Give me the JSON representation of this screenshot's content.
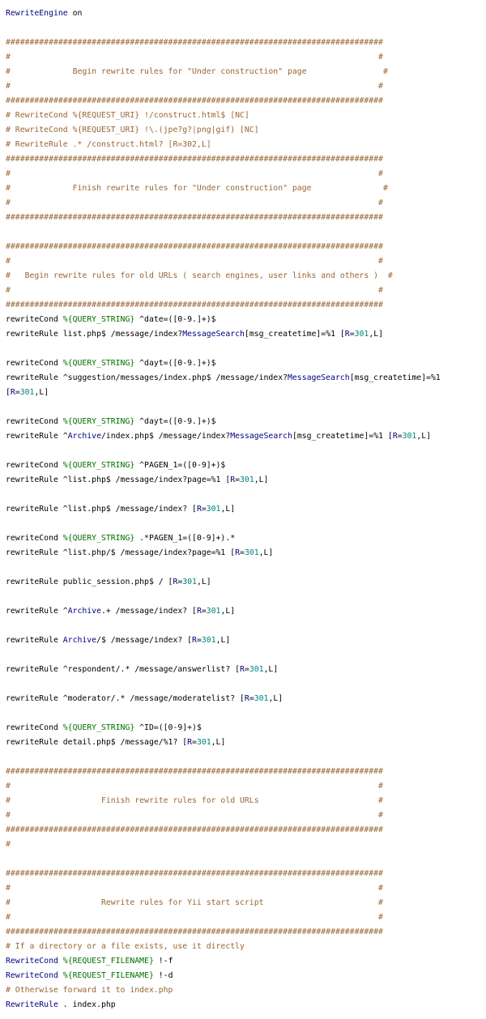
{
  "editor": {
    "lines": [
      {
        "type": "code",
        "tokens": [
          [
            "kw",
            "RewriteEngine"
          ],
          [
            "str",
            " on"
          ]
        ]
      },
      {
        "type": "blank"
      },
      {
        "type": "comment",
        "text": "###############################################################################"
      },
      {
        "type": "comment",
        "text": "#                                                                             #"
      },
      {
        "type": "comment",
        "text": "#             Begin rewrite rules for \"Under construction\" page                #"
      },
      {
        "type": "comment",
        "text": "#                                                                             #"
      },
      {
        "type": "comment",
        "text": "###############################################################################"
      },
      {
        "type": "comment",
        "text": "# RewriteCond %{REQUEST_URI} !/construct.html$ [NC]"
      },
      {
        "type": "comment",
        "text": "# RewriteCond %{REQUEST_URI} !\\.(jpe?g?|png|gif) [NC]"
      },
      {
        "type": "comment",
        "text": "# RewriteRule .* /construct.html? [R=302,L]"
      },
      {
        "type": "comment",
        "text": "###############################################################################"
      },
      {
        "type": "comment",
        "text": "#                                                                             #"
      },
      {
        "type": "comment",
        "text": "#             Finish rewrite rules for \"Under construction\" page               #"
      },
      {
        "type": "comment",
        "text": "#                                                                             #"
      },
      {
        "type": "comment",
        "text": "###############################################################################"
      },
      {
        "type": "blank"
      },
      {
        "type": "comment",
        "text": "###############################################################################"
      },
      {
        "type": "comment",
        "text": "#                                                                             #"
      },
      {
        "type": "comment",
        "text": "#   Begin rewrite rules for old URLs ( search engines, user links and others )  #"
      },
      {
        "type": "comment",
        "text": "#                                                                             #"
      },
      {
        "type": "comment",
        "text": "###############################################################################"
      },
      {
        "type": "code",
        "tokens": [
          [
            "str",
            "rewriteCond "
          ],
          [
            "var",
            "%{QUERY_STRING}"
          ],
          [
            "str",
            " ^date=([0-9.]+)$"
          ]
        ]
      },
      {
        "type": "code",
        "tokens": [
          [
            "str",
            "rewriteRule list.php$ /message/index?"
          ],
          [
            "kw",
            "MessageSearch"
          ],
          [
            "str",
            "[msg_createtime]=%1 ["
          ],
          [
            "kw",
            "R"
          ],
          [
            "str",
            "="
          ],
          [
            "num",
            "301"
          ],
          [
            "str",
            ",L]"
          ]
        ]
      },
      {
        "type": "blank"
      },
      {
        "type": "code",
        "tokens": [
          [
            "str",
            "rewriteCond "
          ],
          [
            "var",
            "%{QUERY_STRING}"
          ],
          [
            "str",
            " ^dayt=([0-9.]+)$"
          ]
        ]
      },
      {
        "type": "code",
        "tokens": [
          [
            "str",
            "rewriteRule ^suggestion/messages/index.php$ /message/index?"
          ],
          [
            "kw",
            "MessageSearch"
          ],
          [
            "str",
            "[msg_createtime]=%1"
          ]
        ]
      },
      {
        "type": "code",
        "tokens": [
          [
            "str",
            "["
          ],
          [
            "kw",
            "R"
          ],
          [
            "str",
            "="
          ],
          [
            "num",
            "301"
          ],
          [
            "str",
            ",L]"
          ]
        ]
      },
      {
        "type": "blank"
      },
      {
        "type": "code",
        "tokens": [
          [
            "str",
            "rewriteCond "
          ],
          [
            "var",
            "%{QUERY_STRING}"
          ],
          [
            "str",
            " ^dayt=([0-9.]+)$"
          ]
        ]
      },
      {
        "type": "code",
        "tokens": [
          [
            "str",
            "rewriteRule ^"
          ],
          [
            "kw",
            "Archive"
          ],
          [
            "str",
            "/index.php$ /message/index?"
          ],
          [
            "kw",
            "MessageSearch"
          ],
          [
            "str",
            "[msg_createtime]=%1 ["
          ],
          [
            "kw",
            "R"
          ],
          [
            "str",
            "="
          ],
          [
            "num",
            "301"
          ],
          [
            "str",
            ",L]"
          ]
        ]
      },
      {
        "type": "blank"
      },
      {
        "type": "code",
        "tokens": [
          [
            "str",
            "rewriteCond "
          ],
          [
            "var",
            "%{QUERY_STRING}"
          ],
          [
            "str",
            " ^PAGEN_1=([0-9]+)$"
          ]
        ]
      },
      {
        "type": "code",
        "tokens": [
          [
            "str",
            "rewriteRule ^list.php$ /message/index?page=%1 ["
          ],
          [
            "kw",
            "R"
          ],
          [
            "str",
            "="
          ],
          [
            "num",
            "301"
          ],
          [
            "str",
            ",L]"
          ]
        ]
      },
      {
        "type": "blank"
      },
      {
        "type": "code",
        "tokens": [
          [
            "str",
            "rewriteRule ^list.php$ /message/index? ["
          ],
          [
            "kw",
            "R"
          ],
          [
            "str",
            "="
          ],
          [
            "num",
            "301"
          ],
          [
            "str",
            ",L]"
          ]
        ]
      },
      {
        "type": "blank"
      },
      {
        "type": "code",
        "tokens": [
          [
            "str",
            "rewriteCond "
          ],
          [
            "var",
            "%{QUERY_STRING}"
          ],
          [
            "str",
            " .*PAGEN_1=([0-9]+).*"
          ]
        ]
      },
      {
        "type": "code",
        "tokens": [
          [
            "str",
            "rewriteRule ^list.php/$ /message/index?page=%1 ["
          ],
          [
            "kw",
            "R"
          ],
          [
            "str",
            "="
          ],
          [
            "num",
            "301"
          ],
          [
            "str",
            ",L]"
          ]
        ]
      },
      {
        "type": "blank"
      },
      {
        "type": "code",
        "tokens": [
          [
            "str",
            "rewriteRule public_session.php$ / ["
          ],
          [
            "kw",
            "R"
          ],
          [
            "str",
            "="
          ],
          [
            "num",
            "301"
          ],
          [
            "str",
            ",L]"
          ]
        ]
      },
      {
        "type": "blank"
      },
      {
        "type": "code",
        "tokens": [
          [
            "str",
            "rewriteRule ^"
          ],
          [
            "kw",
            "Archive"
          ],
          [
            "str",
            ".+ /message/index? ["
          ],
          [
            "kw",
            "R"
          ],
          [
            "str",
            "="
          ],
          [
            "num",
            "301"
          ],
          [
            "str",
            ",L]"
          ]
        ]
      },
      {
        "type": "blank"
      },
      {
        "type": "code",
        "tokens": [
          [
            "str",
            "rewriteRule "
          ],
          [
            "kw",
            "Archive"
          ],
          [
            "str",
            "/$ /message/index? ["
          ],
          [
            "kw",
            "R"
          ],
          [
            "str",
            "="
          ],
          [
            "num",
            "301"
          ],
          [
            "str",
            ",L]"
          ]
        ]
      },
      {
        "type": "blank"
      },
      {
        "type": "code",
        "tokens": [
          [
            "str",
            "rewriteRule ^respondent/.* /message/answerlist? ["
          ],
          [
            "kw",
            "R"
          ],
          [
            "str",
            "="
          ],
          [
            "num",
            "301"
          ],
          [
            "str",
            ",L]"
          ]
        ]
      },
      {
        "type": "blank"
      },
      {
        "type": "code",
        "tokens": [
          [
            "str",
            "rewriteRule ^moderator/.* /message/moderatelist? ["
          ],
          [
            "kw",
            "R"
          ],
          [
            "str",
            "="
          ],
          [
            "num",
            "301"
          ],
          [
            "str",
            ",L]"
          ]
        ]
      },
      {
        "type": "blank"
      },
      {
        "type": "code",
        "tokens": [
          [
            "str",
            "rewriteCond "
          ],
          [
            "var",
            "%{QUERY_STRING}"
          ],
          [
            "str",
            " ^ID=([0-9]+)$"
          ]
        ]
      },
      {
        "type": "code",
        "tokens": [
          [
            "str",
            "rewriteRule detail.php$ /message/%1? ["
          ],
          [
            "kw",
            "R"
          ],
          [
            "str",
            "="
          ],
          [
            "num",
            "301"
          ],
          [
            "str",
            ",L]"
          ]
        ]
      },
      {
        "type": "blank"
      },
      {
        "type": "comment",
        "text": "###############################################################################"
      },
      {
        "type": "comment",
        "text": "#                                                                             #"
      },
      {
        "type": "comment",
        "text": "#                   Finish rewrite rules for old URLs                         #"
      },
      {
        "type": "comment",
        "text": "#                                                                             #"
      },
      {
        "type": "comment",
        "text": "###############################################################################"
      },
      {
        "type": "comment",
        "text": "#"
      },
      {
        "type": "blank"
      },
      {
        "type": "comment",
        "text": "###############################################################################"
      },
      {
        "type": "comment",
        "text": "#                                                                             #"
      },
      {
        "type": "comment",
        "text": "#                   Rewrite rules for Yii start script                        #"
      },
      {
        "type": "comment",
        "text": "#                                                                             #"
      },
      {
        "type": "comment",
        "text": "###############################################################################"
      },
      {
        "type": "comment",
        "text": "# If a directory or a file exists, use it directly"
      },
      {
        "type": "code",
        "tokens": [
          [
            "kw",
            "RewriteCond"
          ],
          [
            "str",
            " "
          ],
          [
            "var",
            "%{REQUEST_FILENAME}"
          ],
          [
            "str",
            " !-f"
          ]
        ]
      },
      {
        "type": "code",
        "tokens": [
          [
            "kw",
            "RewriteCond"
          ],
          [
            "str",
            " "
          ],
          [
            "var",
            "%{REQUEST_FILENAME}"
          ],
          [
            "str",
            " !-d"
          ]
        ]
      },
      {
        "type": "comment",
        "text": "# Otherwise forward it to index.php"
      },
      {
        "type": "code",
        "tokens": [
          [
            "kw",
            "RewriteRule"
          ],
          [
            "str",
            " . index.php"
          ]
        ]
      }
    ]
  }
}
